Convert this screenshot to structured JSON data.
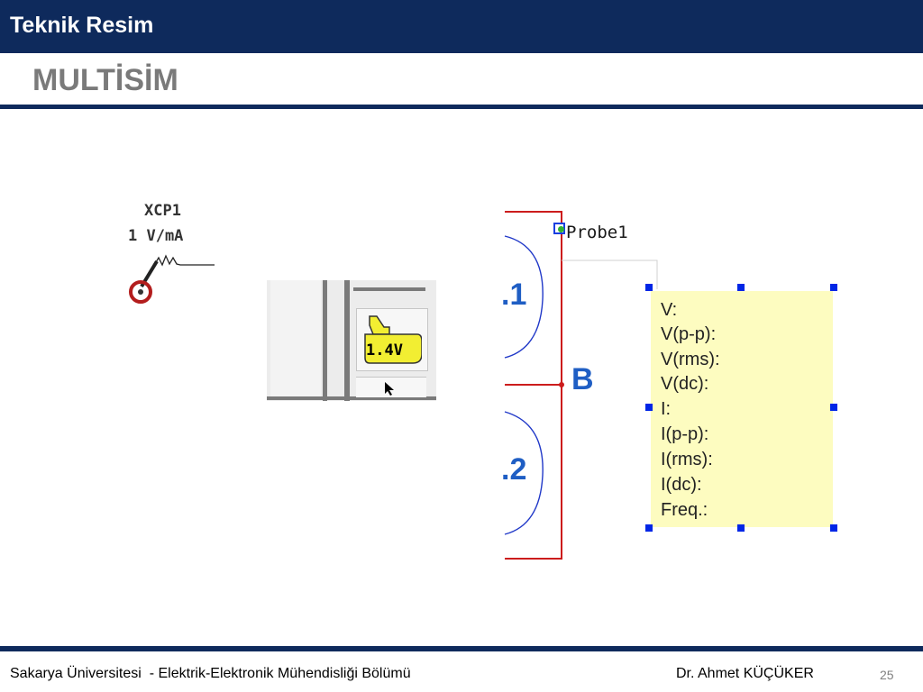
{
  "header": {
    "title": "Teknik Resim"
  },
  "slide": {
    "title": "MULTİSİM"
  },
  "current_probe": {
    "name": "XCP1",
    "ratio": "1 V/mA"
  },
  "tool_button": {
    "value_label": "1.4V"
  },
  "schematic": {
    "probe_name": "Probe1",
    "net_label": "B",
    "component_labels": [
      ".1",
      ".2"
    ],
    "probe_readout": [
      "V:",
      "V(p-p):",
      "V(rms):",
      "V(dc):",
      "I:",
      "I(p-p):",
      "I(rms):",
      "I(dc):",
      "Freq.:"
    ]
  },
  "footer": {
    "institution": "Sakarya Üniversitesi  - Elektrik-Elektronik Mühendisliği Bölümü",
    "author": "Dr. Ahmet KÜÇÜKER",
    "page": "25"
  },
  "colors": {
    "navy": "#0e2a5c",
    "wire": "#cc1c1c",
    "label_blue": "#1f5ec4",
    "probe_bg": "#fdfcc0",
    "handle": "#0026e6"
  }
}
